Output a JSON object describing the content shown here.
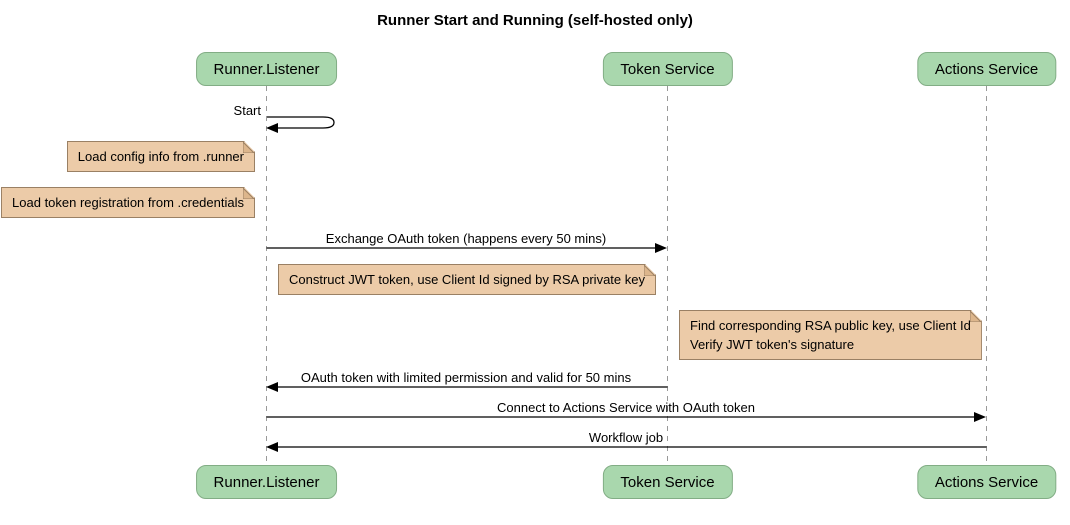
{
  "title": "Runner Start and Running (self-hosted only)",
  "participants": [
    {
      "label": "Runner.Listener"
    },
    {
      "label": "Token Service"
    },
    {
      "label": "Actions Service"
    }
  ],
  "messages": {
    "start": "Start",
    "exchange_oauth": "Exchange OAuth token (happens every 50 mins)",
    "oauth_return": "OAuth token with limited permission and valid for 50 mins",
    "connect_actions": "Connect to Actions Service with OAuth token",
    "workflow_job": "Workflow job"
  },
  "notes": {
    "load_config": "Load config info from .runner",
    "load_token_registration": "Load token registration from .credentials",
    "construct_jwt": "Construct JWT token, use Client Id signed by RSA private key",
    "find_rsa_line1": "Find corresponding RSA public key, use Client Id",
    "find_rsa_line2": "Verify JWT token's signature"
  },
  "colors": {
    "participant_fill": "#A9D7AD",
    "participant_border": "#82AD85",
    "note_fill": "#ECCBA8",
    "note_border": "#9A8064",
    "note_fold": "#DDB68C",
    "lifeline": "#999999",
    "arrow": "#000000",
    "text": "#000000",
    "bg": "#FFFFFF"
  }
}
